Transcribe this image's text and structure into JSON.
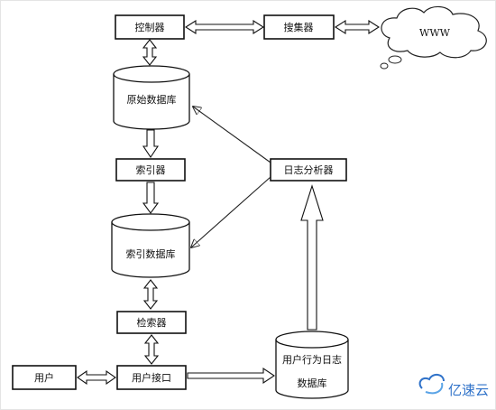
{
  "nodes": {
    "controller": "控制器",
    "collector": "搜集器",
    "www": "WWW",
    "raw_db": "原始数据库",
    "indexer": "索引器",
    "log_analyzer": "日志分析器",
    "index_db": "索引数据库",
    "retriever": "检索器",
    "user": "用户",
    "user_interface": "用户接口",
    "behavior_db_line1": "用户行为日志",
    "behavior_db_line2": "数据库"
  },
  "watermark": "亿速云"
}
